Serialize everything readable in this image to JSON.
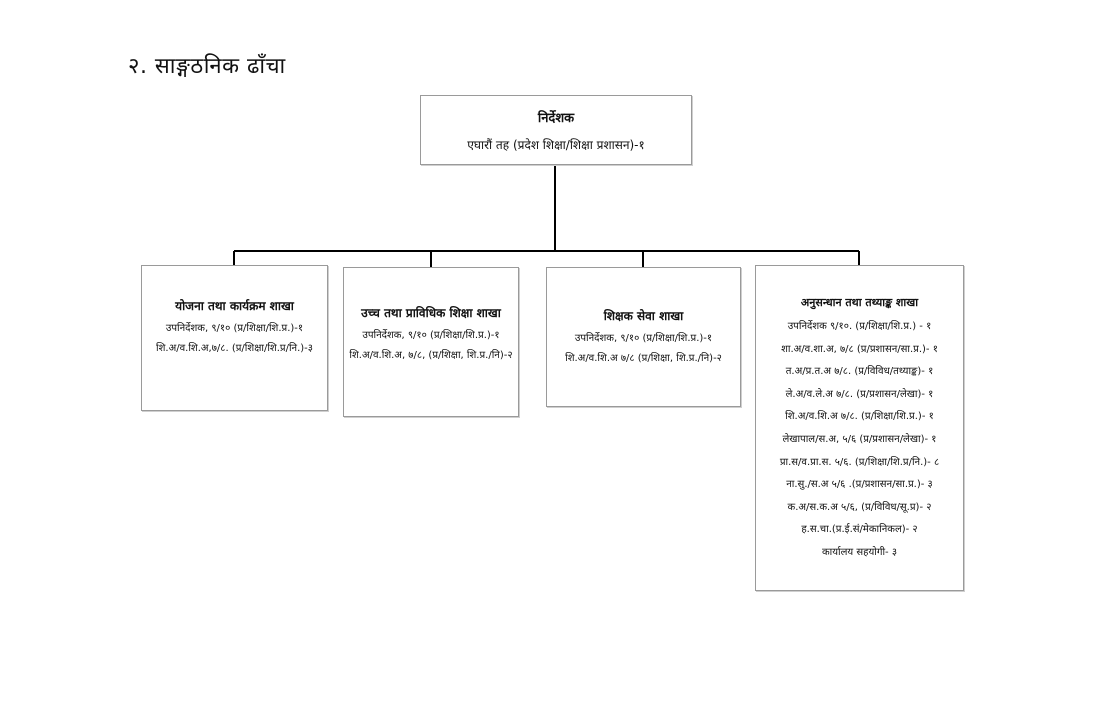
{
  "title": "२. साङ्गठनिक ढाँचा",
  "root": {
    "heading": "निर्देशक",
    "line": "एघारौं तह (प्रदेश शिक्षा/शिक्षा प्रशासन)-१"
  },
  "branches": [
    {
      "heading": "योजना तथा कार्यक्रम शाखा",
      "lines": [
        "उपनिर्देशक, ९/१० (प्र/शिक्षा/शि.प्र.)-१",
        "शि.अ/व.शि.अ,७/८. (प्र/शिक्षा/शि.प्र/नि.)-३"
      ]
    },
    {
      "heading": "उच्च तथा प्राविधिक शिक्षा शाखा",
      "lines": [
        "उपनिर्देशक, ९/१० (प्र/शिक्षा/शि.प्र.)-१",
        "शि.अ/व.शि.अ, ७/८, (प्र/शिक्षा, शि.प्र./नि)-२"
      ]
    },
    {
      "heading": "शिक्षक सेवा शाखा",
      "lines": [
        "उपनिर्देशक, ९/१० (प्र/शिक्षा/शि.प्र.)-१",
        "शि.अ/व.शि.अ ७/८ (प्र/शिक्षा, शि.प्र./नि)-२"
      ]
    },
    {
      "heading": "अनुसन्धान तथा तथ्याङ्क शाखा",
      "lines": [
        "उपनिर्देशक ९/१०. (प्र/शिक्षा/शि.प्र.) - १",
        "शा.अ/व.शा.अ, ७/८ (प्र/प्रशासन/सा.प्र.)- १",
        "त.अ/प्र.त.अ ७/८. (प्र/विविध/तथ्याङ्क)- १",
        "ले.अ/व.ले.अ ७/८. (प्र/प्रशासन/लेखा)- १",
        "शि.अ/व.शि.अ ७/८. (प्र/शिक्षा/शि.प्र.)- १",
        "लेखापाल/स.अ, ५/६ (प्र/प्रशासन/लेखा)- १",
        "प्रा.स/व.प्रा.स. ५/६. (प्र/शिक्षा/शि.प्र/नि.)- ८",
        "ना.सु./स.अ ५/६ .(प्र/प्रशासन/सा.प्र.)- ३",
        "क.अ/स.क.अ ५/६, (प्र/विविध/सू.प्र)- २",
        "ह.स.चा.(प्र.ई.सं/मेकानिकल)- २",
        "कार्यालय सहयोगी- ३"
      ]
    }
  ]
}
